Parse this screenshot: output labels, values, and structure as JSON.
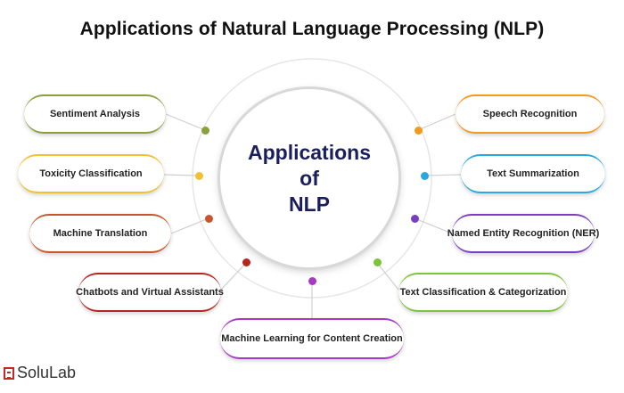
{
  "title": "Applications of Natural Language Processing (NLP)",
  "hub": {
    "line1": "Applications",
    "line2": "of",
    "line3": "NLP"
  },
  "items": [
    {
      "id": "sentiment",
      "label": "Sentiment Analysis",
      "color": "#8aa03a"
    },
    {
      "id": "toxicity",
      "label": "Toxicity Classification",
      "color": "#f2c12e"
    },
    {
      "id": "machine-translation",
      "label": "Machine Translation",
      "color": "#c9552a"
    },
    {
      "id": "chatbots",
      "label": "Chatbots and Virtual Assistants",
      "color": "#b3271f"
    },
    {
      "id": "ml-content",
      "label": "Machine Learning for Content Creation",
      "color": "#a838c6"
    },
    {
      "id": "text-classification",
      "label": "Text Classification & Categorization",
      "color": "#7cc43a"
    },
    {
      "id": "ner",
      "label": "Named Entity Recognition (NER)",
      "color": "#7a3ec4"
    },
    {
      "id": "text-summarization",
      "label": "Text Summarization",
      "color": "#29a8e0"
    },
    {
      "id": "speech-recognition",
      "label": "Speech Recognition",
      "color": "#f29a1e"
    }
  ],
  "logo": {
    "text": "SoluLab"
  }
}
